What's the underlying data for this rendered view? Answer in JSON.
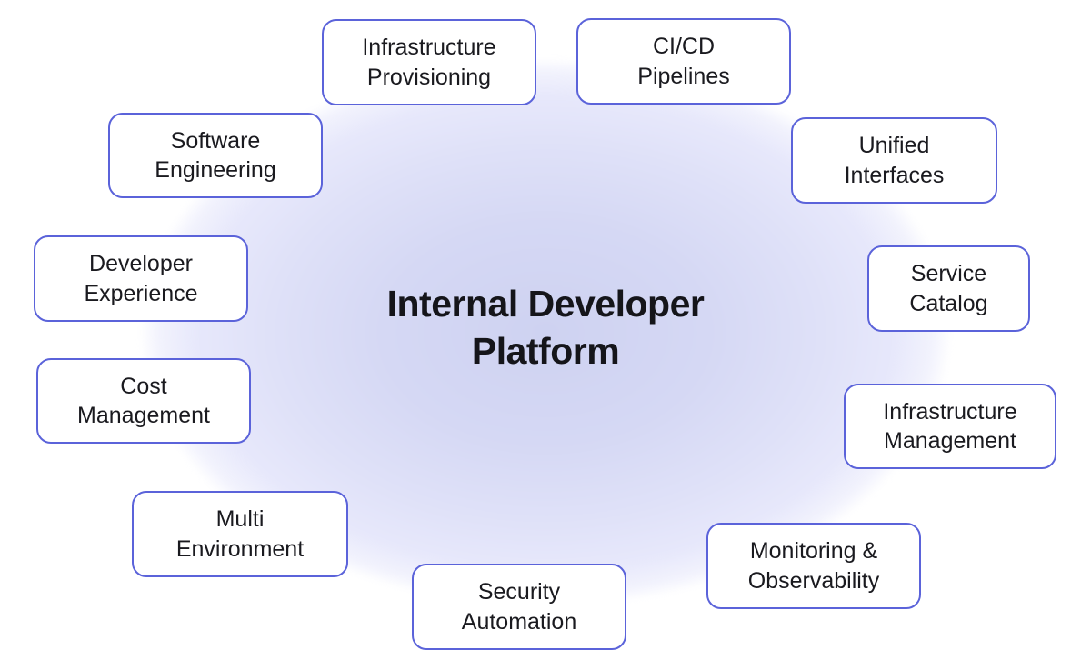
{
  "diagram": {
    "type": "hub-and-spoke concept map",
    "center": {
      "label": "Internal Developer\nPlatform"
    },
    "nodes": [
      {
        "id": "infrastructure-provisioning",
        "label": "Infrastructure\nProvisioning"
      },
      {
        "id": "cicd-pipelines",
        "label": "CI/CD\nPipelines"
      },
      {
        "id": "software-engineering",
        "label": "Software\nEngineering"
      },
      {
        "id": "unified-interfaces",
        "label": "Unified\nInterfaces"
      },
      {
        "id": "developer-experience",
        "label": "Developer\nExperience"
      },
      {
        "id": "service-catalog",
        "label": "Service\nCatalog"
      },
      {
        "id": "cost-management",
        "label": "Cost\nManagement"
      },
      {
        "id": "infrastructure-management",
        "label": "Infrastructure\nManagement"
      },
      {
        "id": "multi-environment",
        "label": "Multi\nEnvironment"
      },
      {
        "id": "monitoring-observability",
        "label": "Monitoring &\nObservability"
      },
      {
        "id": "security-automation",
        "label": "Security\nAutomation"
      }
    ],
    "colors": {
      "node_border": "#5b63da",
      "node_background": "#ffffff",
      "text": "#15151a",
      "ellipse_center": "#ced2f1",
      "ellipse_edge": "#e7e8fb",
      "page_background": "#ffffff"
    }
  }
}
